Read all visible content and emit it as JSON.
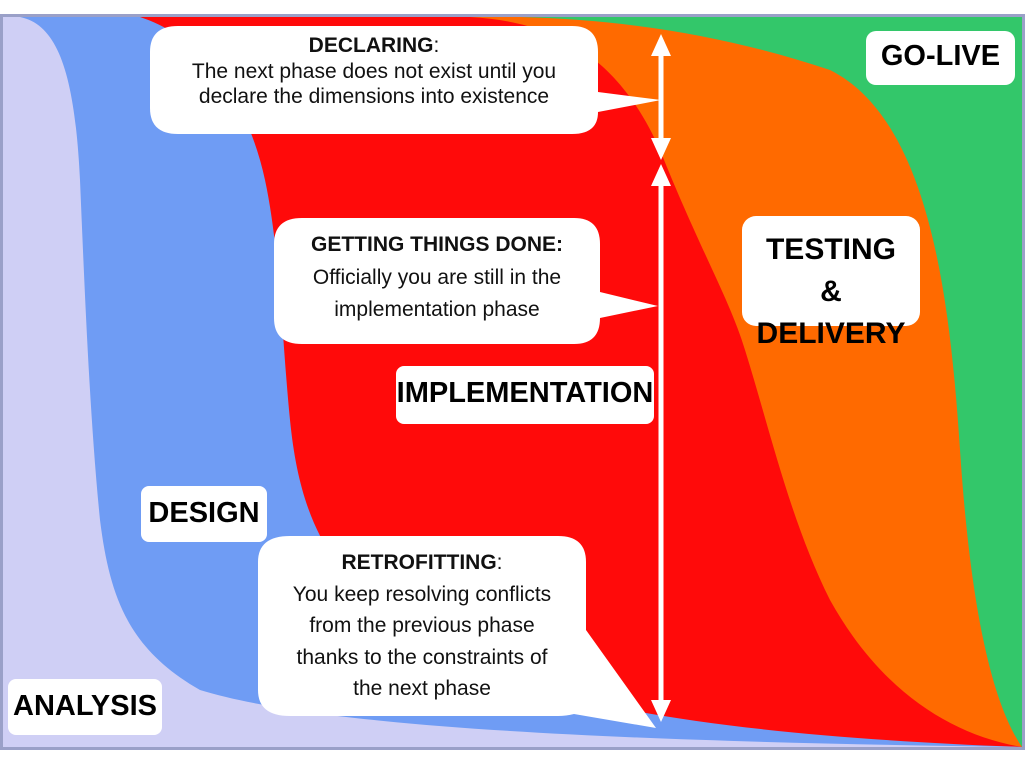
{
  "diagram": {
    "colors": {
      "frame": "#9aa0c8",
      "analysis": "#cfcff5",
      "design": "#6f9cf4",
      "implementation": "#ff0a0a",
      "testing": "#ff6a00",
      "golive": "#33c76a",
      "label_bg": "#ffffff",
      "arrow": "#ffffff"
    },
    "phases": {
      "analysis": "ANALYSIS",
      "design": "DESIGN",
      "implementation": "IMPLEMENTATION",
      "testing_line1": "TESTING",
      "testing_line2": "& DELIVERY",
      "golive": "GO-LIVE"
    },
    "callouts": {
      "declaring": {
        "title": "DECLARING",
        "title_suffix": ":",
        "line1": "The next phase does not exist until you",
        "line2": "declare the dimensions into existence"
      },
      "getting_things_done": {
        "title": "GETTING THINGS DONE:",
        "line1": "Officially you are still in the",
        "line2": "implementation phase"
      },
      "retrofitting": {
        "title": "RETROFITTING",
        "title_suffix": ":",
        "line1": "You keep resolving conflicts",
        "line2": "from the previous phase",
        "line3": "thanks to the constraints of",
        "line4": "the next phase"
      }
    }
  }
}
